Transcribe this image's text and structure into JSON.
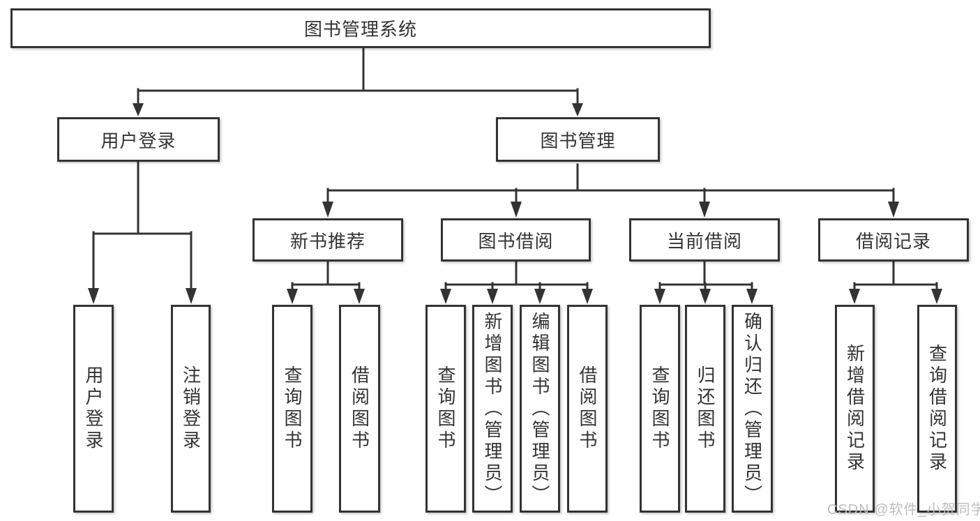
{
  "tree": {
    "root": {
      "label": "图书管理系统"
    },
    "branches": [
      {
        "label": "用户登录",
        "children": [
          {
            "label": "用户登录"
          },
          {
            "label": "注销登录"
          }
        ]
      },
      {
        "label": "图书管理",
        "children": [
          {
            "label": "新书推荐",
            "children": [
              {
                "label": "查询图书"
              },
              {
                "label": "借阅图书"
              }
            ]
          },
          {
            "label": "图书借阅",
            "children": [
              {
                "label": "查询图书"
              },
              {
                "label": "新增图书（管理员）"
              },
              {
                "label": "编辑图书（管理员）"
              },
              {
                "label": "借阅图书"
              }
            ]
          },
          {
            "label": "当前借阅",
            "children": [
              {
                "label": "查询图书"
              },
              {
                "label": "归还图书"
              },
              {
                "label": "确认归还（管理员）"
              }
            ]
          },
          {
            "label": "借阅记录",
            "children": [
              {
                "label": "新增借阅记录"
              },
              {
                "label": "查询借阅记录"
              }
            ]
          }
        ]
      }
    ]
  },
  "watermark": {
    "text": "CSDN @软件_小贺同学"
  },
  "colors": {
    "line": "#333333",
    "box_border": "#333333",
    "text": "#333333",
    "watermark": "#bdbdbd",
    "background": "#ffffff"
  }
}
